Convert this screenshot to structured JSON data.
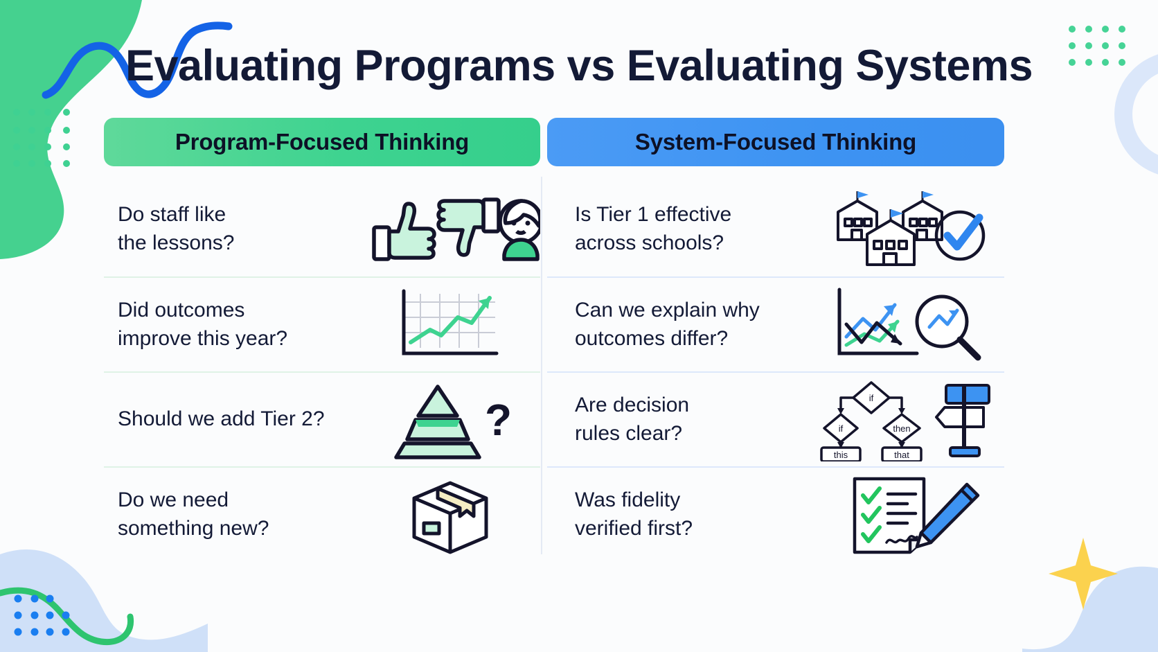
{
  "page": {
    "title": "Evaluating Programs vs Evaluating Systems",
    "background_color": "#fbfcfd",
    "title_color": "#131a36"
  },
  "colors": {
    "green_accent": "#3ed390",
    "blue_accent": "#3d93f2",
    "green_pale": "#c9f3dd",
    "blue_pale": "#d5e5fa",
    "divider_green": "#dff2e6",
    "divider_blue": "#dde8fb",
    "ink": "#131a36",
    "yellow_accent": "#fbd24e"
  },
  "columns": [
    {
      "id": "program-focused",
      "header": "Program-Focused Thinking",
      "header_style": "green",
      "rows": [
        {
          "text": "Do staff like\nthe lessons?",
          "icon": "thumbs-up-thumbs-down-person-icon"
        },
        {
          "text": "Did outcomes\nimprove this year?",
          "icon": "line-chart-upward-icon"
        },
        {
          "text": "Should we add Tier 2?",
          "icon": "pyramid-question-mark-icon"
        },
        {
          "text": "Do we need\nsomething new?",
          "icon": "package-box-icon"
        }
      ]
    },
    {
      "id": "system-focused",
      "header": "System-Focused Thinking",
      "header_style": "blue",
      "rows": [
        {
          "text": "Is Tier 1 effective\nacross schools?",
          "icon": "schools-checkmark-icon"
        },
        {
          "text": "Can we explain why\noutcomes differ?",
          "icon": "chart-magnifier-icon"
        },
        {
          "text": "Are decision\nrules clear?",
          "icon": "flowchart-signpost-icon"
        },
        {
          "text": "Was fidelity\nverified first?",
          "icon": "checklist-signature-icon"
        }
      ]
    }
  ],
  "flowchart_labels": {
    "top": "if",
    "left": "if",
    "right": "then",
    "bottom_left": "this",
    "bottom_right": "that"
  },
  "decorations": [
    {
      "name": "green-blob-top-left"
    },
    {
      "name": "blue-squiggle-top-left"
    },
    {
      "name": "green-dot-grid-top-left"
    },
    {
      "name": "green-dot-grid-top-right"
    },
    {
      "name": "blue-circle-right"
    },
    {
      "name": "blue-blob-bottom-left"
    },
    {
      "name": "green-curve-bottom-left"
    },
    {
      "name": "blue-dot-grid-bottom-left"
    },
    {
      "name": "blue-blob-bottom-right"
    },
    {
      "name": "yellow-sparkle-bottom-right"
    }
  ]
}
